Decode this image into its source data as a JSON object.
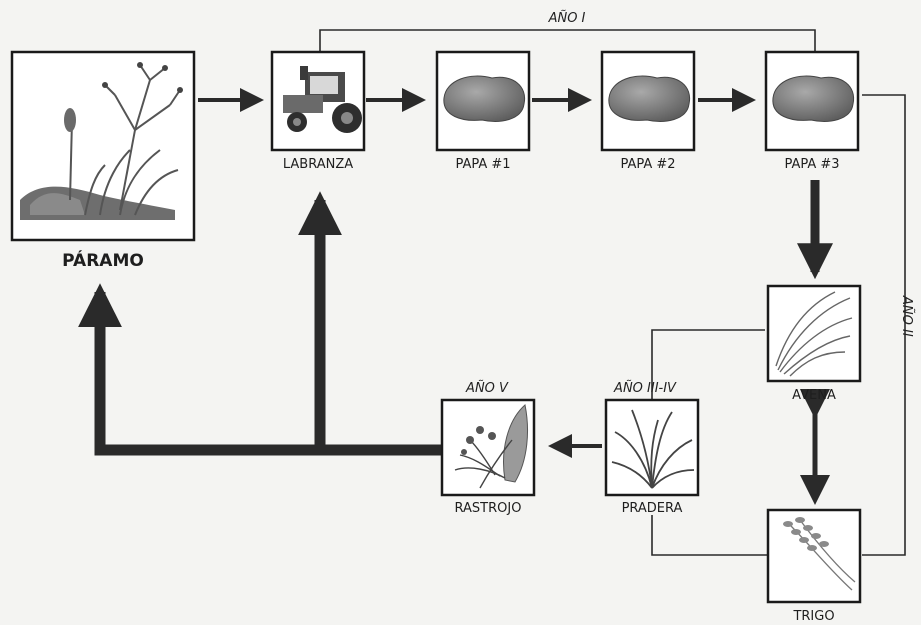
{
  "nodes": {
    "paramo": "PÁRAMO",
    "labranza": "LABRANZA",
    "papa1": "PAPA #1",
    "papa2": "PAPA #2",
    "papa3": "PAPA #3",
    "avena": "AVENA",
    "trigo": "TRIGO",
    "pradera": "PRADERA",
    "rastrojo": "RASTROJO"
  },
  "years": {
    "ano1": "AÑO I",
    "ano2": "AÑO II",
    "ano34": "AÑO III-IV",
    "ano5": "AÑO V"
  },
  "colors": {
    "line": "#2a2a2a",
    "box_border": "#1a1a1a",
    "box_fill": "#ffffff",
    "potato": "#7d7d7d",
    "plant": "#555555"
  }
}
